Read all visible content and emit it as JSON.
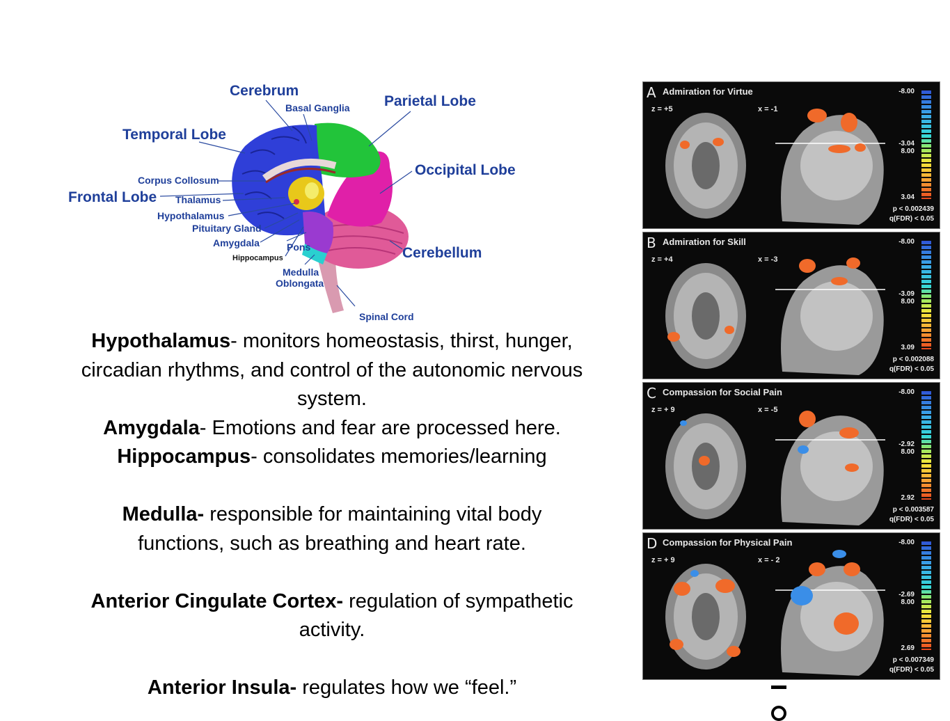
{
  "brain_labels": {
    "cerebrum": "Cerebrum",
    "basal_ganglia": "Basal Ganglia",
    "parietal_lobe": "Parietal Lobe",
    "temporal_lobe": "Temporal Lobe",
    "occipital_lobe": "Occipital Lobe",
    "corpus_collosum": "Corpus Collosum",
    "frontal_lobe": "Frontal Lobe",
    "thalamus": "Thalamus",
    "hypothalamus": "Hypothalamus",
    "pituitary_gland": "Pituitary Gland",
    "amygdala": "Amygdala",
    "pons": "Pons",
    "hippocampus": "Hippocampus",
    "cerebellum": "Cerebellum",
    "medulla": "Medulla",
    "oblongata": "Oblongata",
    "spinal_cord": "Spinal Cord"
  },
  "descriptions": {
    "hypothalamus": {
      "term": "Hypothalamus",
      "line1": "- monitors homeostasis, thirst, hunger,",
      "line2": "circadian rhythms, and control of the autonomic nervous",
      "line3": "system."
    },
    "amygdala": {
      "term": "Amygdala",
      "text": "- Emotions and fear are processed here."
    },
    "hippocampus": {
      "term": "Hippocampus",
      "text": "- consolidates memories/learning"
    },
    "medulla": {
      "term": "Medulla-",
      "line1": " responsible for maintaining vital body",
      "line2": "functions, such as breathing and heart rate."
    },
    "acc": {
      "term": "Anterior Cingulate Cortex-",
      "line1": " regulation of sympathetic",
      "line2": "activity."
    },
    "insula": {
      "term": "Anterior Insula-",
      "text": " regulates how we “feel.”"
    }
  },
  "fmri_panels": [
    {
      "letter": "A",
      "title": "Admiration for Virtue",
      "z": "z = +5",
      "x": "x = -1",
      "scale_top": "-8.00",
      "scale_t1": "-3.04",
      "scale_t2": "8.00",
      "scale_bottom": "3.04",
      "p": "p < 0.002439",
      "q": "q(FDR) < 0.05"
    },
    {
      "letter": "B",
      "title": "Admiration for Skill",
      "z": "z = +4",
      "x": "x = -3",
      "scale_top": "-8.00",
      "scale_t1": "-3.09",
      "scale_t2": "8.00",
      "scale_bottom": "3.09",
      "p": "p < 0.002088",
      "q": "q(FDR) < 0.05"
    },
    {
      "letter": "C",
      "title": "Compassion for Social Pain",
      "z": "z = + 9",
      "x": "x = -5",
      "scale_top": "-8.00",
      "scale_t1": "-2.92",
      "scale_t2": "8.00",
      "scale_bottom": "2.92",
      "p": "p < 0.003587",
      "q": "q(FDR) < 0.05"
    },
    {
      "letter": "D",
      "title": "Compassion for Physical Pain",
      "z": "z = + 9",
      "x": "x = - 2",
      "scale_top": "-8.00",
      "scale_t1": "-2.69",
      "scale_t2": "8.00",
      "scale_bottom": "2.69",
      "p": "p < 0.007349",
      "q": "q(FDR) < 0.05"
    }
  ],
  "colors": {
    "label_blue": "#1f3f9a",
    "cerebrum_blue": "#2f3fd8",
    "parietal_green": "#22c43a",
    "occipital_magenta": "#e020a8",
    "cerebellum_pink": "#e05a98",
    "activation_orange": "#f06a2a",
    "deactivation_blue": "#3a8ee8"
  }
}
